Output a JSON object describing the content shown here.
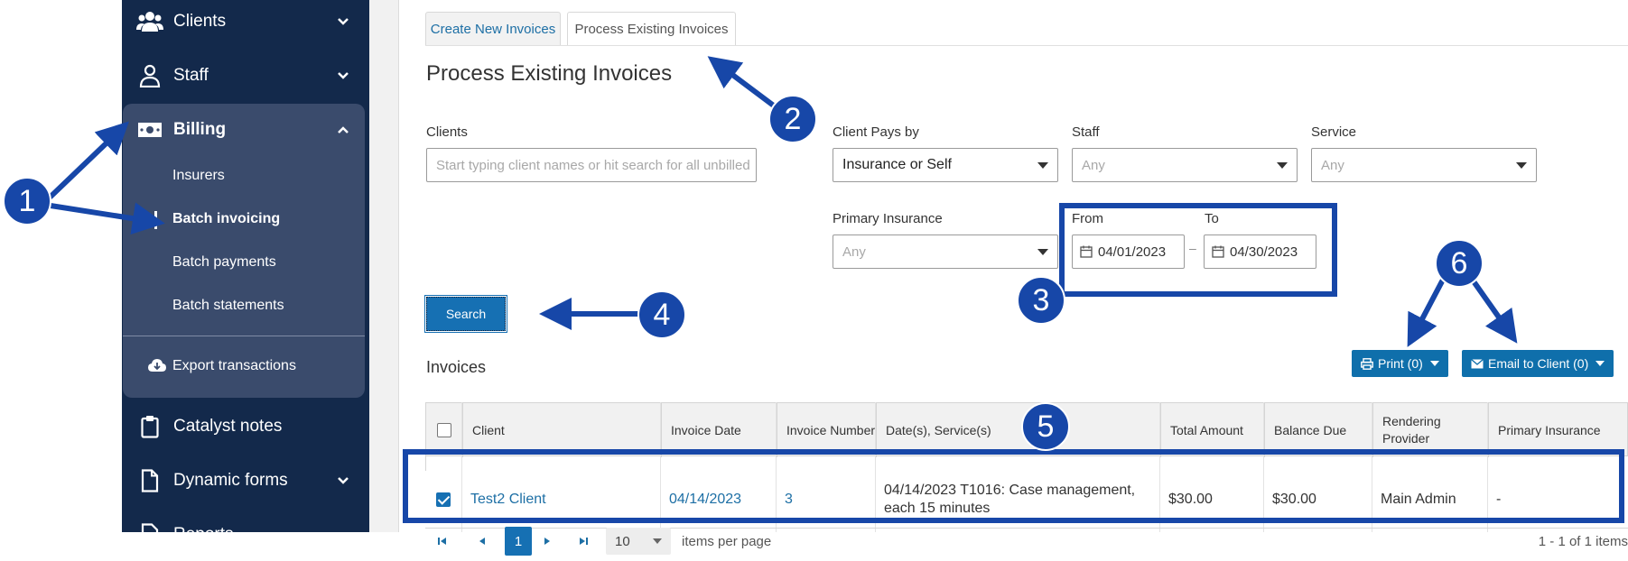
{
  "sidebar": {
    "items": [
      {
        "label": "Clients",
        "icon": "users-icon"
      },
      {
        "label": "Staff",
        "icon": "staff-icon"
      },
      {
        "label": "Billing",
        "icon": "money-icon"
      },
      {
        "label": "Catalyst notes",
        "icon": "clipboard-icon"
      },
      {
        "label": "Dynamic forms",
        "icon": "document-icon"
      },
      {
        "label": "Reports",
        "icon": "document-icon"
      }
    ],
    "billing_subitems": [
      "Insurers",
      "Batch invoicing",
      "Batch payments",
      "Batch statements"
    ],
    "active_subitem": "Batch invoicing",
    "export_label": "Export transactions"
  },
  "tabs": [
    {
      "label": "Create New Invoices",
      "active": false
    },
    {
      "label": "Process Existing Invoices",
      "active": true
    }
  ],
  "page_title": "Process Existing Invoices",
  "filters": {
    "clients": {
      "label": "Clients",
      "placeholder": "Start typing client names or hit search for all unbilled"
    },
    "client_pays_by": {
      "label": "Client Pays by",
      "value": "Insurance or Self"
    },
    "staff": {
      "label": "Staff",
      "value": "Any"
    },
    "service": {
      "label": "Service",
      "value": "Any"
    },
    "primary_insurance": {
      "label": "Primary Insurance",
      "value": "Any"
    },
    "from": {
      "label": "From",
      "value": "04/01/2023"
    },
    "to": {
      "label": "To",
      "value": "04/30/2023"
    },
    "date_separator": "–"
  },
  "search_label": "Search",
  "invoices_heading": "Invoices",
  "print_label": "Print (0)",
  "email_label": "Email to Client (0)",
  "table": {
    "columns": [
      "Client",
      "Invoice Date",
      "Invoice Number",
      "Date(s), Service(s)",
      "Total Amount",
      "Balance Due",
      "Rendering Provider",
      "Primary Insurance"
    ],
    "rows": [
      {
        "selected": true,
        "client": "Test2 Client",
        "invoice_date": "04/14/2023",
        "invoice_number": "3",
        "services": "04/14/2023 T1016: Case management, each 15 minutes",
        "total_amount": "$30.00",
        "balance_due": "$30.00",
        "rendering_provider": "Main Admin",
        "primary_insurance": "-"
      }
    ]
  },
  "pager": {
    "current_page": "1",
    "page_size": "10",
    "items_per_page_label": "items per page",
    "summary": "1 - 1 of 1 items"
  },
  "annotations": [
    "1",
    "2",
    "3",
    "4",
    "5",
    "6"
  ],
  "colors": {
    "sidebar": "#13294b",
    "sidebar_group": "#3a4b6c",
    "accent": "#1670b3",
    "annotation": "#1747a8"
  }
}
